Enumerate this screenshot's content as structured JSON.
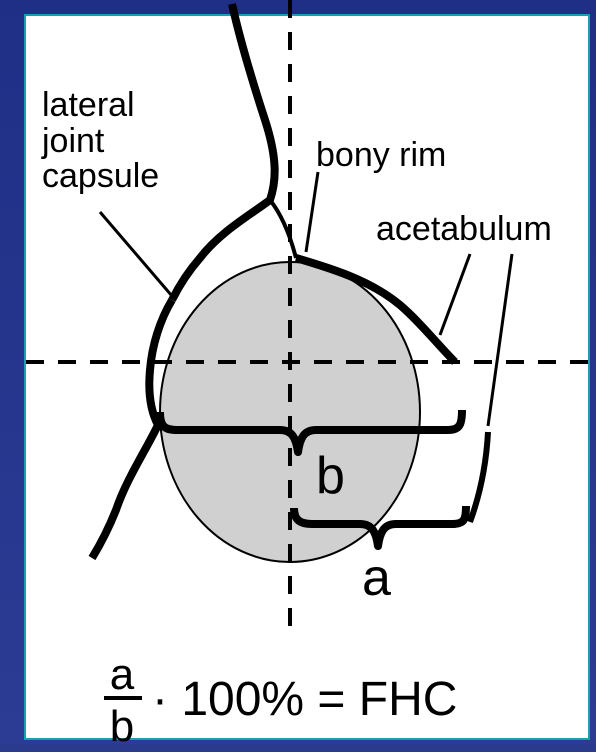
{
  "labels": {
    "capsule": "lateral\njoint\ncapsule",
    "bony_rim": "bony rim",
    "acetabulum": "acetabulum",
    "b": "b",
    "a": "a"
  },
  "formula": {
    "numerator": "a",
    "denominator": "b",
    "rhs": "· 100% = FHC"
  },
  "colors": {
    "background": "#2a3a8c",
    "panel_border": "#1aa0a8",
    "femoral_head_fill": "#d0d0d0"
  }
}
